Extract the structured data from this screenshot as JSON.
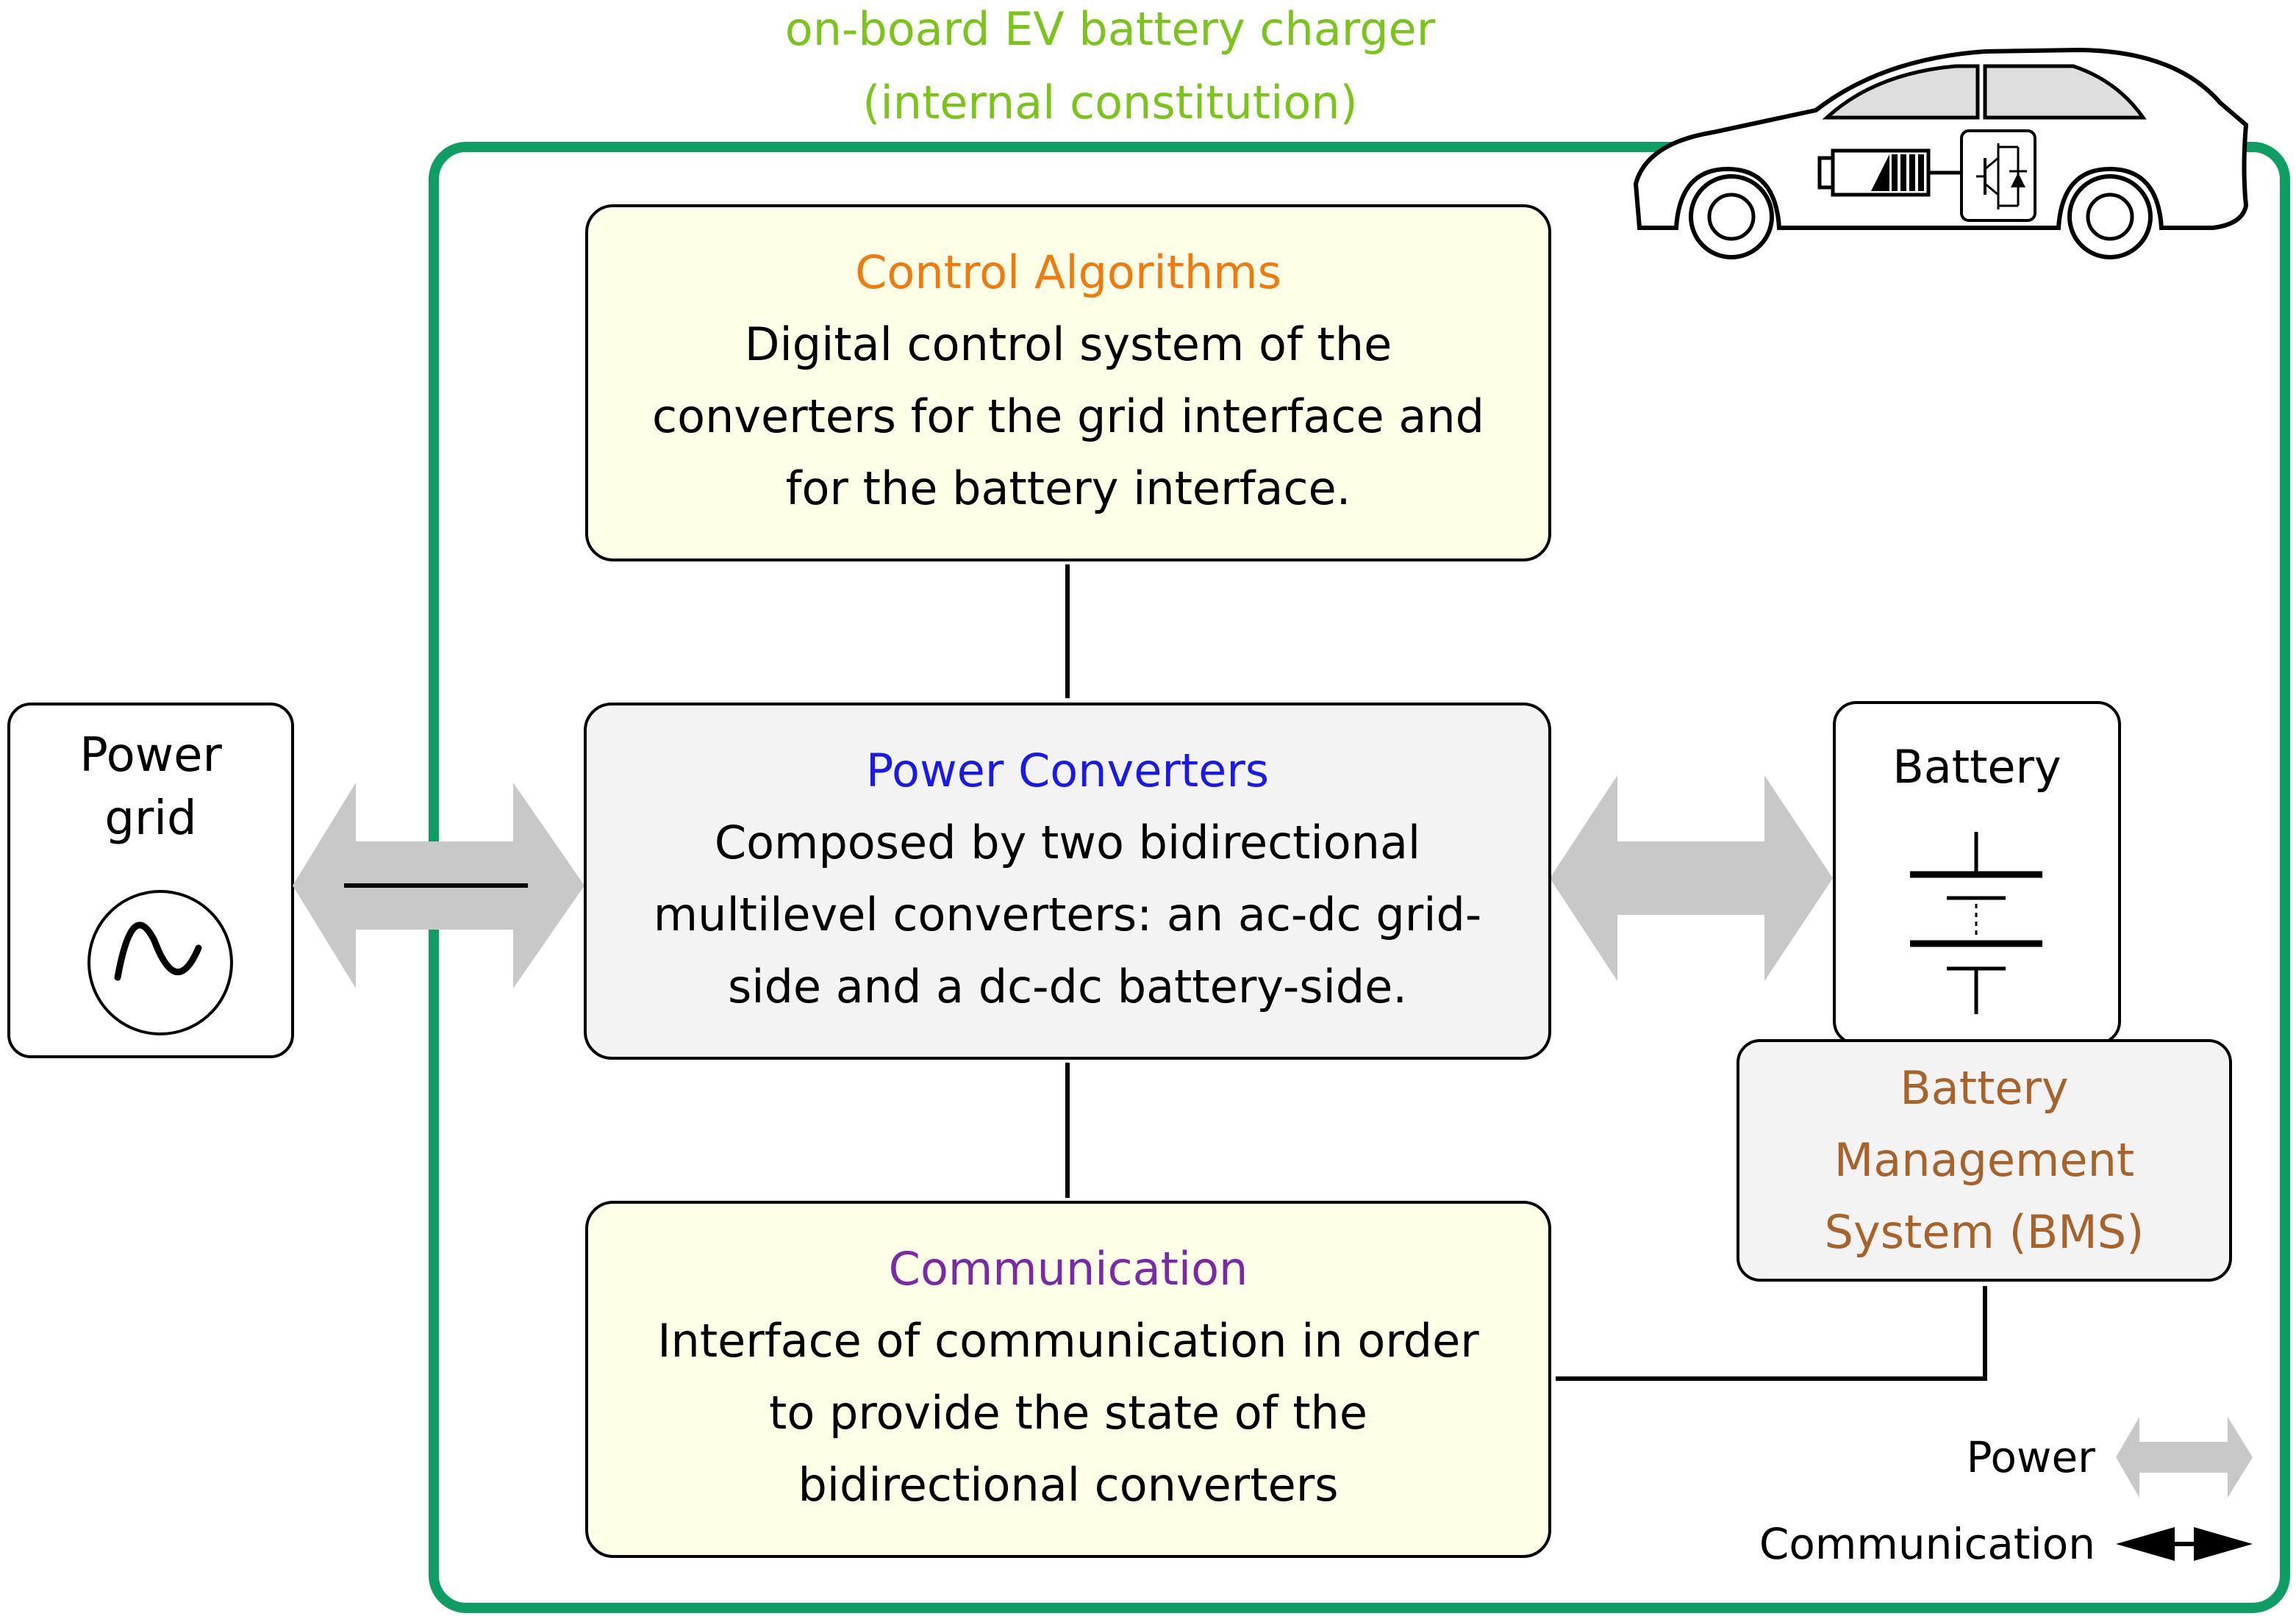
{
  "title": "on-board EV battery charger\n(internal constitution)",
  "power_grid": {
    "label": "Power\ngrid"
  },
  "control": {
    "title": "Control Algorithms",
    "body": "Digital control system of the\nconverters for the grid interface and\nfor the battery interface."
  },
  "converters": {
    "title": "Power Converters",
    "body": "Composed by two bidirectional\nmultilevel converters: an ac-dc grid-\nside and a dc-dc battery-side."
  },
  "communication": {
    "title": "Communication",
    "body": "Interface of communication in order\nto provide the state of the\nbidirectional converters"
  },
  "battery": {
    "label": "Battery"
  },
  "bms": {
    "label": "Battery\nManagement\nSystem (BMS)"
  },
  "legend": {
    "power": "Power",
    "communication": "Communication"
  },
  "colors": {
    "title": "#7ac41c",
    "frame": "#0e9e63",
    "control_title": "#f07a10",
    "converters_title": "#1a1ae6",
    "communication_title": "#7a2aa6",
    "bms_title": "#a8632a",
    "yellow_fill": "#ffffe8",
    "grey_fill": "#f3f3f3",
    "power_arrow": "#c8c8c8"
  },
  "icons": [
    "ac-source-icon",
    "battery-symbol-icon",
    "car-icon",
    "battery-cell-icon",
    "igbt-switch-icon"
  ]
}
